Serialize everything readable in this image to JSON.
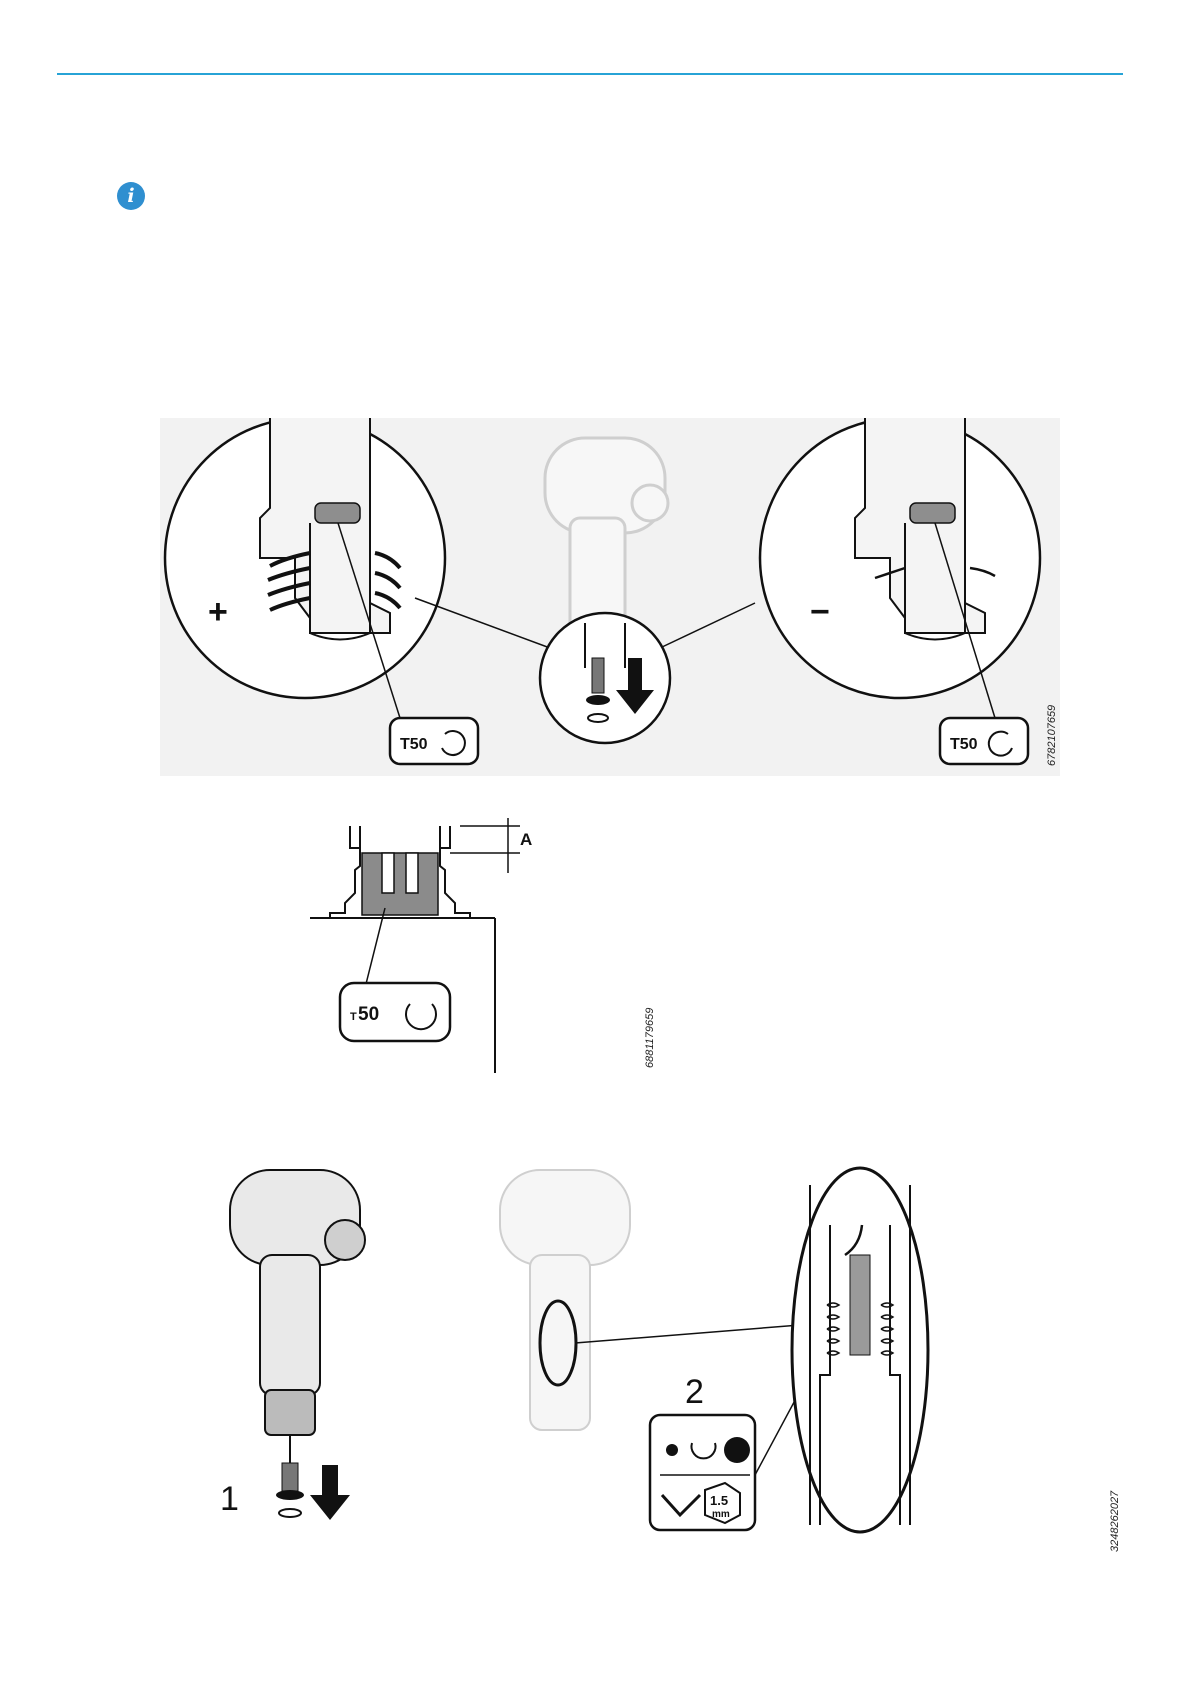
{
  "header": {
    "rule_color": "#27a3d6"
  },
  "info_icon": {
    "icon": "info-icon",
    "glyph": "i",
    "color": "#2f8fd0"
  },
  "figure1": {
    "plus_sign": "+",
    "minus_sign": "−",
    "torx_label": "T50",
    "torx_prefix": "T",
    "torx_size": "50",
    "ref_number": "6782107659"
  },
  "figure2": {
    "dimension_label": "A",
    "torx_prefix": "T",
    "torx_size": "50",
    "ref_number": "6881179659"
  },
  "figure3": {
    "step1_label": "1",
    "step2_label": "2",
    "hex_key_size": "1.5",
    "hex_key_unit": "mm",
    "ref_number": "3248262027"
  }
}
